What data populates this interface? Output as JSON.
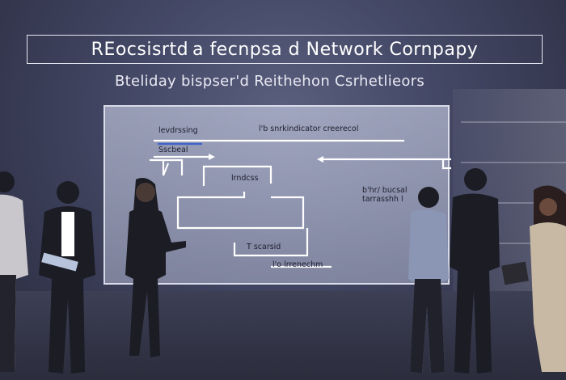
{
  "header": {
    "title": "RЕocsisrtd a fecnpsa d  Network Cornpapy",
    "subtitle": "Bteliday bispser'd Reithehon Csrhetlieors"
  },
  "diagram": {
    "labels": {
      "top_left": "levdrssing",
      "top_center": "l'b snrkindicator creerecol",
      "left_mid": "Sscbeal",
      "box_mid": "lrndcss",
      "right_mid": "b'hr/ bucsal\ntarrasshh l",
      "bottom_mid": "T scarsid",
      "bottom": "l'o lrrenechm"
    }
  },
  "colors": {
    "title_text": "#ffffff",
    "screen_line": "#ffffff",
    "accent_line": "#3f63c8"
  }
}
